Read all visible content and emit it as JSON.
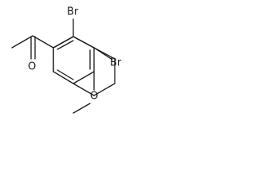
{
  "molecule": {
    "atoms": [
      {
        "id": "br_top",
        "symbol": "Br"
      },
      {
        "id": "br_right",
        "symbol": "Br"
      },
      {
        "id": "o_carbonyl",
        "symbol": "O"
      },
      {
        "id": "o_methoxy",
        "symbol": "O"
      }
    ]
  }
}
